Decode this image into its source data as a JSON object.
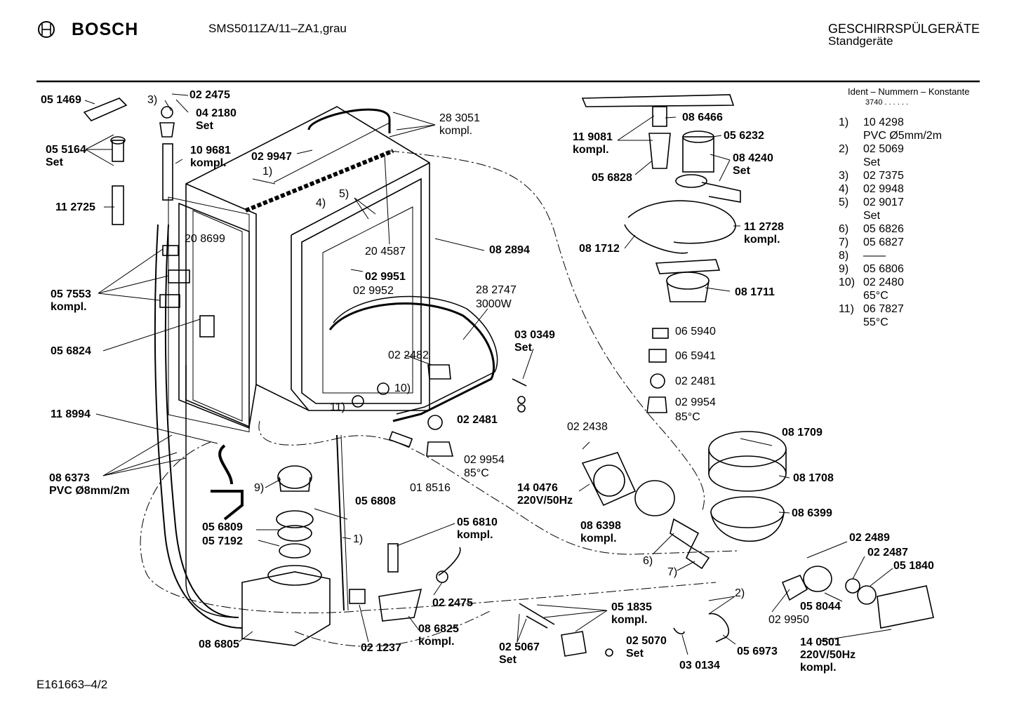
{
  "header": {
    "brand": "BOSCH",
    "model": "SMS5011ZA/11–ZA1,grau",
    "category": "GESCHIRRSPÜLGERÄTE",
    "subcategory": "Standgeräte"
  },
  "footer": {
    "drawing_id": "E161663–4/2"
  },
  "legend": {
    "title": "Ident – Nummern – Konstante",
    "constant": "3740 . . . . . .",
    "items": [
      {
        "idx": "1)",
        "val": "10 4298",
        "note": "PVC Ø5mm/2m"
      },
      {
        "idx": "2)",
        "val": "02 5069",
        "note": "Set"
      },
      {
        "idx": "3)",
        "val": "02 7375",
        "note": ""
      },
      {
        "idx": "4)",
        "val": "02 9948",
        "note": ""
      },
      {
        "idx": "5)",
        "val": "02 9017",
        "note": "Set"
      },
      {
        "idx": "6)",
        "val": "05 6826",
        "note": ""
      },
      {
        "idx": "7)",
        "val": "05 6827",
        "note": ""
      },
      {
        "idx": "8)",
        "val": "——",
        "note": ""
      },
      {
        "idx": "9)",
        "val": "05 6806",
        "note": ""
      },
      {
        "idx": "10)",
        "val": "02 2480",
        "note": "65°C"
      },
      {
        "idx": "11)",
        "val": "06 7827",
        "note": "55°C"
      }
    ]
  },
  "parts": {
    "p051469": "05 1469",
    "p3a": "3)",
    "p022475a": "02 2475",
    "p042180": "04 2180",
    "p042180s": "Set",
    "p055164": "05 5164",
    "p055164s": "Set",
    "p109681": "10 9681",
    "p109681s": "kompl.",
    "p112725": "11 2725",
    "p283051": "28 3051",
    "p283051s": "kompl.",
    "p029947": "02 9947",
    "p1a": "1)",
    "p4a": "4)",
    "p5a": "5)",
    "p208699": "20 8699",
    "p204587": "20 4587",
    "p082894": "08 2894",
    "p029951": "02 9951",
    "p029952": "02 9952",
    "p057553": "05 7553",
    "p057553s": "kompl.",
    "p056824": "05 6824",
    "p282747": "28 2747",
    "p282747s": "3000W",
    "p022482": "02 2482",
    "p030349": "03 0349",
    "p030349s": "Set",
    "p10a": "10)",
    "p11a": "11)",
    "p118994": "11 8994",
    "p022481a": "02 2481",
    "p029954a": "02 9954",
    "p029954as": "85°C",
    "p018516": "01 8516",
    "p086373": "08 6373",
    "p086373s": "PVC Ø8mm/2m",
    "p9a": "9)",
    "p056808": "05 6808",
    "p056810": "05 6810",
    "p056810s": "kompl.",
    "p056809": "05 6809",
    "p057192": "05 7192",
    "p1b": "1)",
    "p022475b": "02 2475",
    "p086825": "08 6825",
    "p086825s": "kompl.",
    "p021237": "02 1237",
    "p086805": "08 6805",
    "p051835": "05 1835",
    "p051835s": "kompl.",
    "p025067": "02 5067",
    "p025067s": "Set",
    "p025070": "02 5070",
    "p025070s": "Set",
    "p030134": "03 0134",
    "p086466": "08 6466",
    "p119081": "11 9081",
    "p119081s": "kompl.",
    "p056232": "05 6232",
    "p084240": "08 4240",
    "p084240s": "Set",
    "p056828": "05 6828",
    "p112728": "11 2728",
    "p112728s": "kompl.",
    "p081712": "08 1712",
    "p081711": "08 1711",
    "p065940": "06 5940",
    "p065941": "06 5941",
    "p022481b": "02 2481",
    "p029954b": "02 9954",
    "p029954bs": "85°C",
    "p022438": "02 2438",
    "p081709": "08 1709",
    "p081708": "08 1708",
    "p140476": "14 0476",
    "p140476s": "220V/50Hz",
    "p086398": "08 6398",
    "p086398s": "kompl.",
    "p086399": "08 6399",
    "p6a": "6)",
    "p7a": "7)",
    "p2a": "2)",
    "p022489": "02 2489",
    "p022487": "02 2487",
    "p051840": "05 1840",
    "p058044": "05 8044",
    "p029950": "02 9950",
    "p056973": "05 6973",
    "p140501": "14 0501",
    "p140501s": "220V/50Hz",
    "p140501k": "kompl."
  },
  "icons": [
    "bosch-logo-icon"
  ]
}
